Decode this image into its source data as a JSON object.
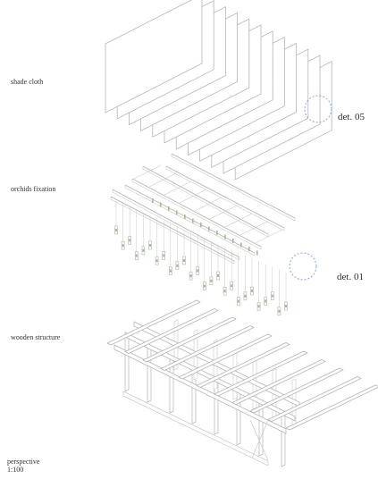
{
  "labels": {
    "shade_cloth": "shade cloth",
    "orchids_fixation": "orchids fixation",
    "wooden_structure": "wooden structure",
    "view_type": "perspective",
    "scale": "1:100",
    "detail_05": "det. 05",
    "detail_01": "det. 01"
  },
  "colors": {
    "line": "#c8c8c8",
    "line_dark": "#b5b5b5",
    "detail_circle": "#7fa6e0",
    "plant_green": "#9fbf8a",
    "text": "#333333"
  }
}
